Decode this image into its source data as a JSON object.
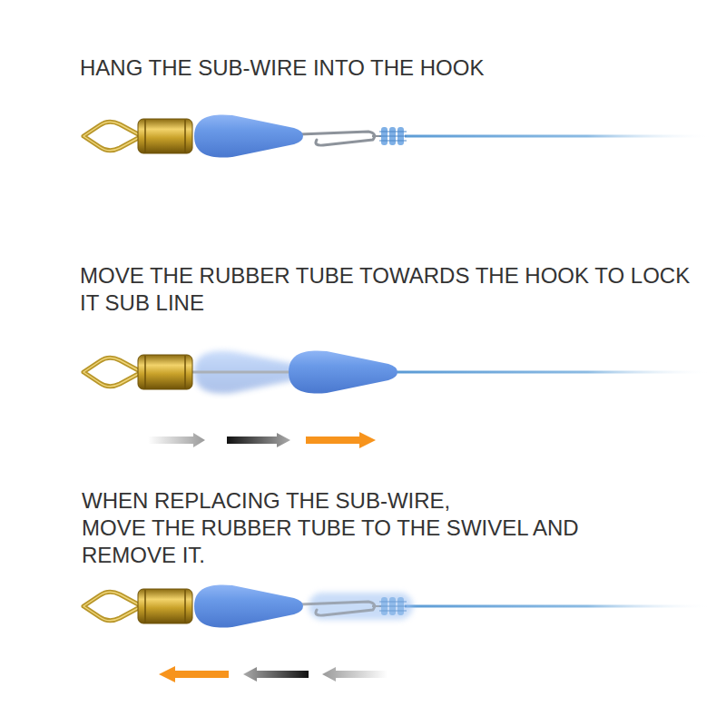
{
  "diagram": {
    "labels": [
      "HANG THE SUB-WIRE INTO THE HOOK",
      "MOVE THE RUBBER TUBE TOWARDS THE HOOK TO LOCK IT SUB LINE",
      "WHEN REPLACING THE SUB-WIRE,",
      "MOVE THE RUBBER TUBE TO THE SWIVEL AND REMOVE IT."
    ]
  }
}
